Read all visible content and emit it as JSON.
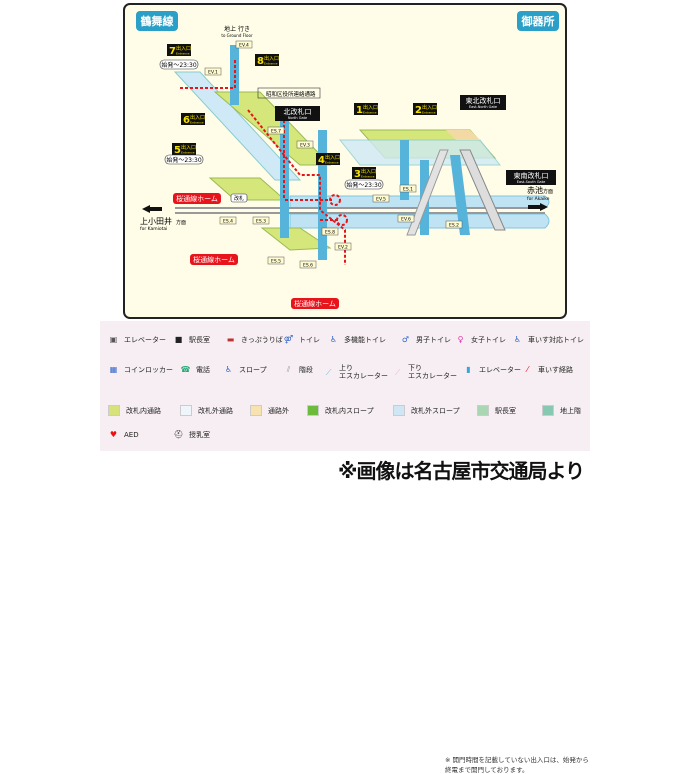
{
  "lines": {
    "west": "鶴舞線",
    "east": "御器所"
  },
  "ground": {
    "jp": "地上 行き",
    "en": "to Ground Floor"
  },
  "exits": [
    {
      "num": "7",
      "label": "出入口",
      "en": "Entrance",
      "hours": "始発～23:30"
    },
    {
      "num": "8",
      "label": "出入口",
      "en": "Entrance"
    },
    {
      "num": "6",
      "label": "出入口",
      "en": "Entrance"
    },
    {
      "num": "5",
      "label": "出入口",
      "en": "Entrance",
      "hours": "始発～23:30"
    },
    {
      "num": "4",
      "label": "出入口",
      "en": "Entrance"
    },
    {
      "num": "3",
      "label": "出入口",
      "en": "Entrance",
      "hours": "始発～23:30"
    },
    {
      "num": "1",
      "label": "出入口",
      "en": "Entrance"
    },
    {
      "num": "2",
      "label": "出入口",
      "en": "Entrance"
    }
  ],
  "gates": [
    {
      "jp": "北改札口",
      "en": "North Gate"
    },
    {
      "jp": "東北改札口",
      "en": "East-North Gate"
    },
    {
      "jp": "東南改札口",
      "en": "East-South Gate"
    }
  ],
  "passage": "昭和区役所連絡通路",
  "directions": {
    "west_jp": "上小田井",
    "west_suffix": "方面",
    "west_en": "for Kamiotai",
    "east_jp": "赤池",
    "east_suffix": "方面",
    "east_en": "for Akaike"
  },
  "platform": "桜通線ホーム",
  "gate_small": "改札",
  "tags": {
    "ev1": "EV.1",
    "ev2": "EV.2",
    "ev3": "EV.3",
    "ev4": "EV.4",
    "ev5": "EV.5",
    "ev6": "EV.6",
    "es1": "ES.1",
    "es2": "ES.2",
    "es3": "ES.3",
    "es4": "ES.4",
    "es5": "ES.5",
    "es6": "ES.6",
    "es7": "ES.7",
    "es8": "ES.8"
  },
  "legend": {
    "icons": [
      "エレベーター",
      "駅長室",
      "きっぷうりば",
      "トイレ",
      "多機能トイレ",
      "男子トイレ",
      "女子トイレ",
      "車いす対応トイレ",
      "コインロッカー",
      "電話",
      "スロープ",
      "階段",
      "上り\nエスカレーター",
      "下り\nエスカレーター",
      "エレベーター",
      "車いす経路"
    ],
    "areas": [
      "改札内通路",
      "改札外通路",
      "通路外",
      "改札内スロープ",
      "改札外スロープ",
      "駅長室",
      "地上階"
    ],
    "misc": [
      "AED",
      "授乳室"
    ],
    "note": "※ 開門時間を記載していない出入口は、始発から終電まで開門しております。"
  },
  "credit": "※画像は名古屋市交通局より",
  "colors": {
    "badge": "#2a9fc7",
    "exit_bg": "#111",
    "exit_fg": "#f5e100",
    "platform": "#e8141b",
    "concourse": "#d5e67a",
    "track": "#bfe3f2",
    "frame_bg": "#fffde8"
  }
}
